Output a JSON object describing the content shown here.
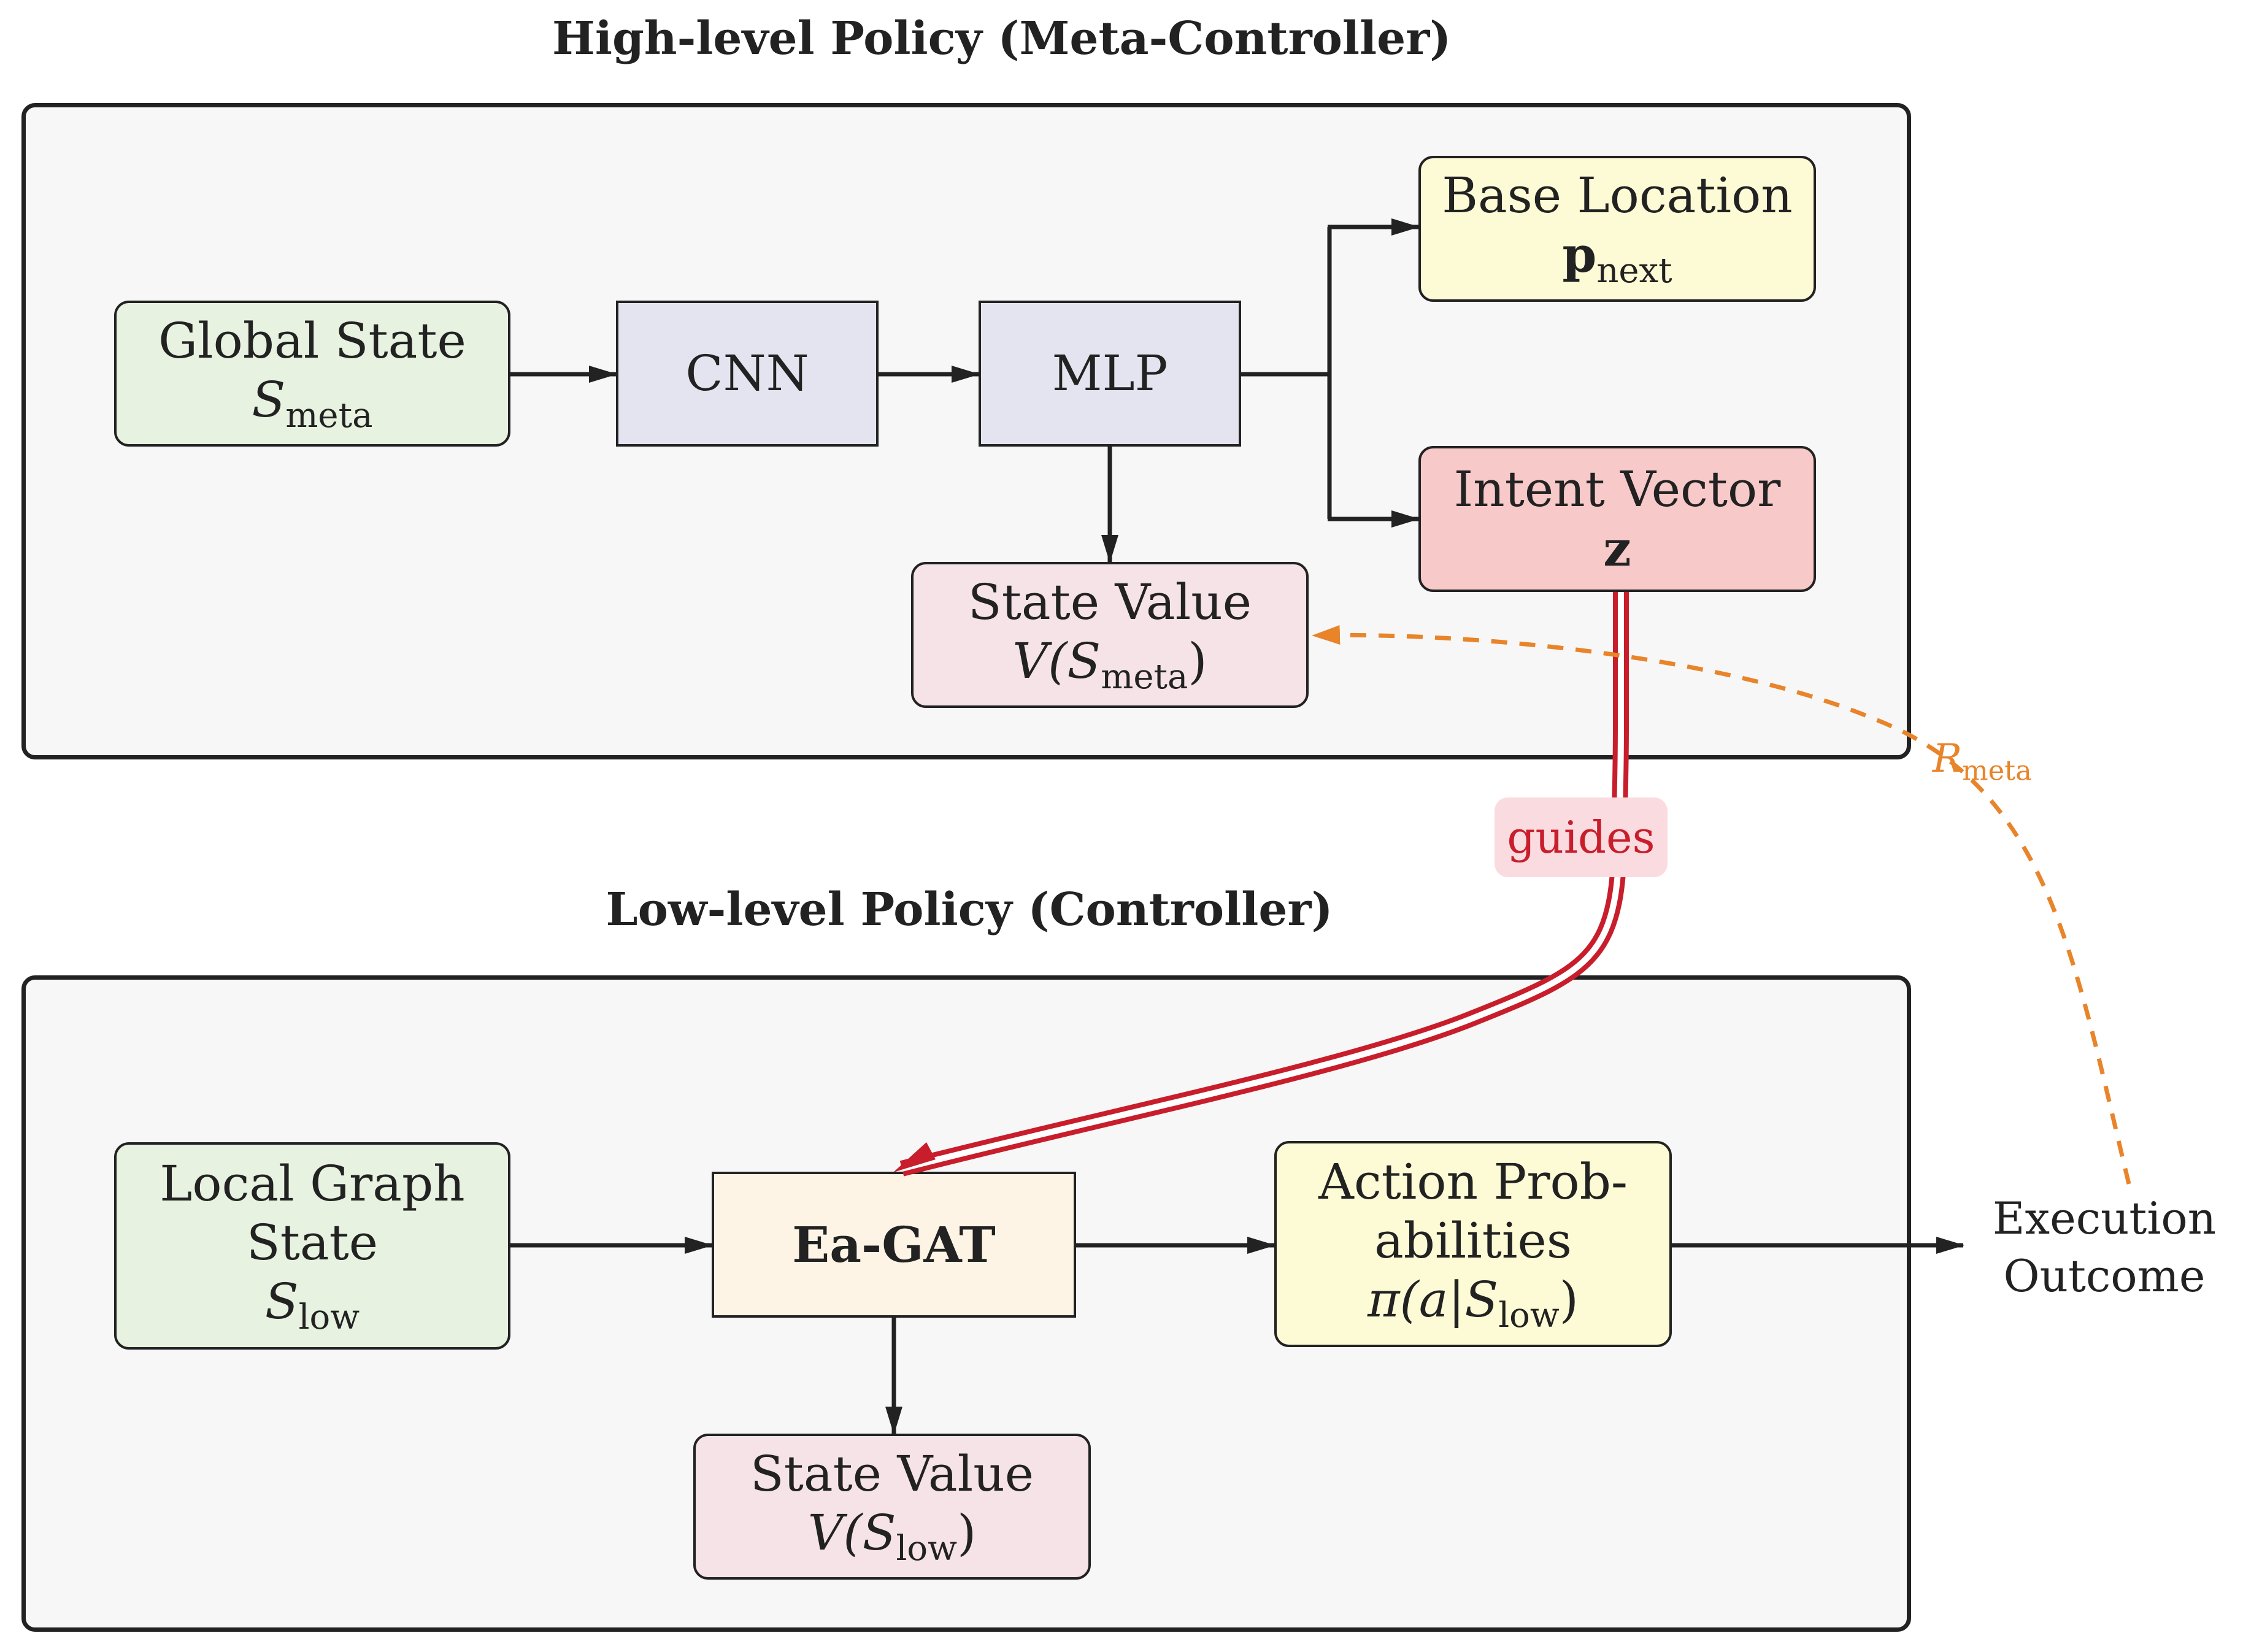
{
  "high_level": {
    "title": "High-level Policy (Meta-Controller)",
    "global_state": {
      "label": "Global State",
      "symbol": "S",
      "sub": "meta"
    },
    "cnn": {
      "label": "CNN"
    },
    "mlp": {
      "label": "MLP"
    },
    "base_location": {
      "label": "Base Location",
      "symbol": "p",
      "sub": "next"
    },
    "intent_vector": {
      "label": "Intent Vector",
      "symbol": "z"
    },
    "state_value": {
      "label": "State Value",
      "prefix": "V(",
      "symbol": "S",
      "sub": "meta",
      "suffix": ")"
    }
  },
  "low_level": {
    "title": "Low-level Policy (Controller)",
    "local_graph_state": {
      "line1": "Local Graph",
      "line2": "State",
      "symbol": "S",
      "sub": "low"
    },
    "ea_gat": {
      "label": "Ea-GAT"
    },
    "action_probs": {
      "line1": "Action Prob-",
      "line2": "abilities",
      "prefix": "π(a|",
      "symbol": "S",
      "sub": "low",
      "suffix": ")"
    },
    "state_value": {
      "label": "State Value",
      "prefix": "V(",
      "symbol": "S",
      "sub": "low",
      "suffix": ")"
    }
  },
  "connections": {
    "guides_label": "guides",
    "reward": {
      "symbol": "R",
      "sub": "meta"
    }
  },
  "execution_outcome": {
    "line1": "Execution",
    "line2": "Outcome"
  },
  "colors": {
    "panel_bg": "#f7f7f7",
    "green": "#e7f2e0",
    "blue": "#e4e4f1",
    "yellow": "#fdfbd5",
    "red": "#f8c9c9",
    "pink": "#f6e3e8",
    "cream": "#fdf4e6",
    "guides_red": "#c81e2c",
    "reward_orange": "#e8842a"
  }
}
